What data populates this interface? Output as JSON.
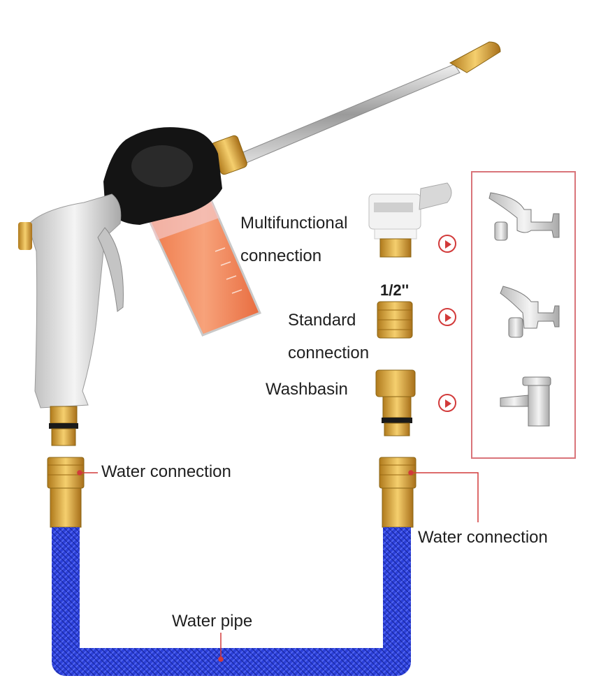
{
  "labels": {
    "multifunctional_line1": "Multifunctional",
    "multifunctional_line2": "connection",
    "half_inch": "1/2''",
    "standard_line1": "Standard",
    "standard_line2": "connection",
    "washbasin": "Washbasin",
    "water_connection_left": "Water connection",
    "water_connection_right": "Water connection",
    "water_pipe": "Water pipe"
  },
  "colors": {
    "accent_red": "#d23a3a",
    "hose_blue": "#2b3fd8",
    "brass": "#d9a53a",
    "gun_silver": "#d6d6d6",
    "foam_orange": "#f08a5a"
  },
  "icons": [
    "arrow-right-icon",
    "wall-faucet-icon",
    "basin-faucet-icon"
  ]
}
